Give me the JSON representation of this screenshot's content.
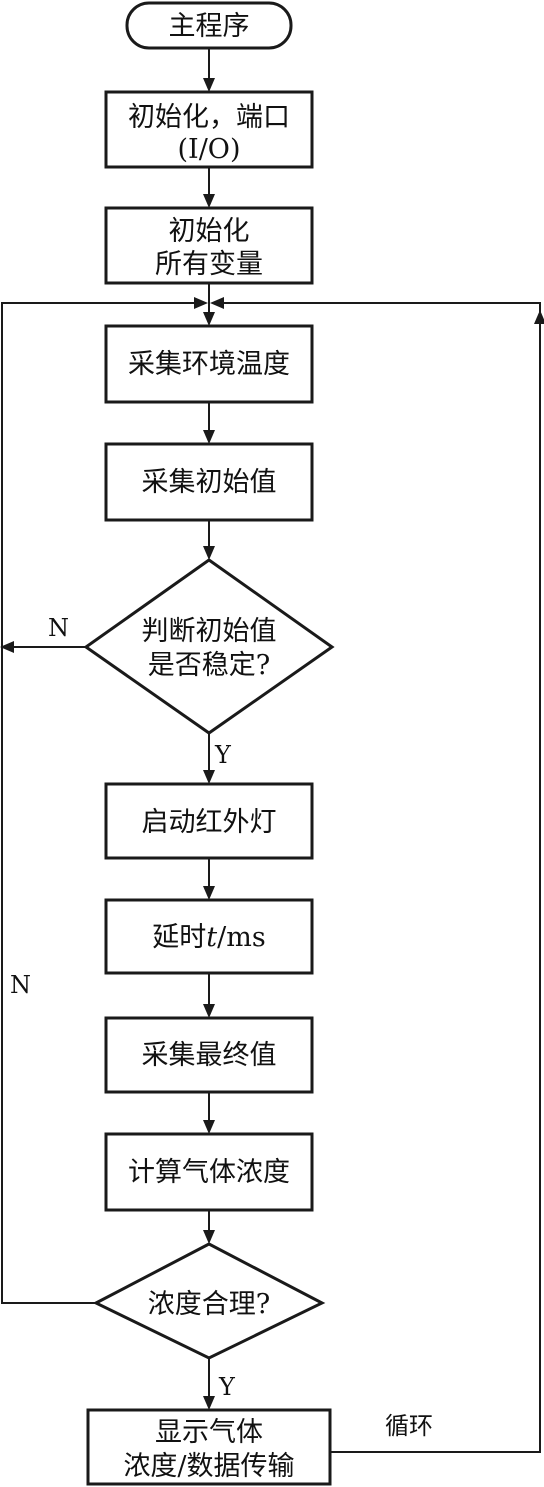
{
  "nodes": {
    "start": "主程序",
    "init_port": {
      "line1": "初始化，端口",
      "line2": "(I/O)"
    },
    "init_vars": {
      "line1": "初始化",
      "line2": "所有变量"
    },
    "collect_env_temp": "采集环境温度",
    "collect_initial": "采集初始值",
    "check_stable": {
      "line1": "判断初始值",
      "line2": "是否稳定?"
    },
    "start_ir_lamp": "启动红外灯",
    "delay": {
      "prefix": "延时",
      "var": "t",
      "suffix": "/ms"
    },
    "collect_final": "采集最终值",
    "calc_concentration": "计算气体浓度",
    "check_reasonable": "浓度合理?",
    "display_transmit": {
      "line1": "显示气体",
      "line2": "浓度/数据传输"
    }
  },
  "edge_labels": {
    "stable_no": "N",
    "stable_yes": "Y",
    "reasonable_no": "N",
    "reasonable_yes": "Y",
    "loop": "循环"
  }
}
